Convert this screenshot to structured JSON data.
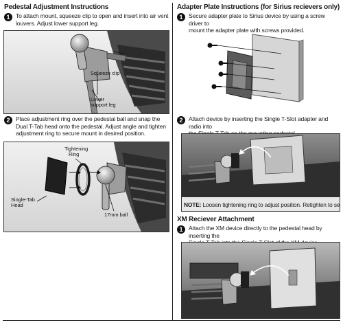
{
  "left": {
    "pedestal_heading": "Pedestal Adjustment Instructions",
    "step1": {
      "num": "1",
      "line1": "To attach mount, squeeze clip to open and insert into air vent",
      "line2": "louvers. Adjust lower support leg."
    },
    "photo1_labels": {
      "squeeze_clip": "Squeeze clip",
      "lower_support_1": "Lower",
      "lower_support_2": "support leg"
    },
    "step2": {
      "num": "2",
      "line1": "Place adjustment ring over the pedestal ball and snap the",
      "line2": "Dual T-Tab head onto the pedestal. Adjust angle and tighten",
      "line3": "adjustment ring to secure mount in desired position."
    },
    "photo2_labels": {
      "tightening_1": "Tightening",
      "tightening_2": "Ring",
      "single_tab_1": "Single-Tab",
      "single_tab_2": "Head",
      "ball": "17mm ball"
    }
  },
  "right": {
    "adapter_heading": "Adapter Plate Instructions (for Sirius recievers only)",
    "step1": {
      "num": "1",
      "line1": "Secure adapter plate to Sirius device by using a screw driver to",
      "line2": "mount the adapter plate with screws provided."
    },
    "step2": {
      "num": "2",
      "line1": "Attach device by inserting the Single T-Slot adapter and radio into",
      "line2": "the Single T-Tab on the mounting pedestal."
    },
    "note_label": "NOTE:",
    "note_text": " Loosen tightening ring to adjust position. Retighten to set.",
    "xm_heading": "XM Reciever Attachment",
    "xm_step1": {
      "num": "1",
      "line1": "Attach the XM device directly to the pedestal head by inserting the",
      "line2": "Single T-Tab into the Single T-Slot of the XM device."
    }
  }
}
